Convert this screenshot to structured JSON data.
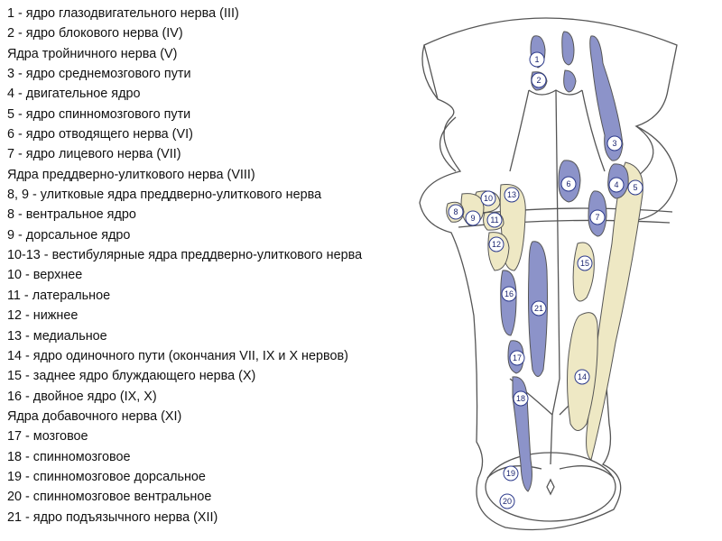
{
  "legend": [
    "1 - ядро глазодвигательного нерва (III)",
    "2 - ядро блокового нерва (IV)",
    "Ядра тройничного нерва (V)",
    "3 - ядро среднемозгового пути",
    "4 - двигательное ядро",
    "5 - ядро спинномозгового пути",
    "6 - ядро отводящего нерва (VI)",
    "7 - ядро лицевого нерва (VII)",
    "Ядра преддверно-улиткового нерва (VIII)",
    "8, 9 - улитковые ядра преддверно-улиткового нерва",
    "8 - вентральное ядро",
    "9 - дорсальное ядро",
    "10-13 - вестибулярные ядра преддверно-улиткового нерва",
    "10 - верхнее",
    "11 - латеральное",
    "12 - нижнее",
    "13 - медиальное",
    "14 - ядро одиночного пути (окончания VII, IX и X нервов)",
    "15 - заднее ядро блуждающего нерва (X)",
    "16 - двойное ядро (IX, X)",
    "Ядра добавочного нерва (XI)",
    "17 - мозговое",
    "18 - спинномозговое",
    "19 - спинномозговое дорсальное",
    "20 - спинномозговое вентральное",
    "21 - ядро подъязычного нерва (XII)"
  ],
  "labels": [
    "1",
    "2",
    "3",
    "4",
    "5",
    "6",
    "7",
    "8",
    "9",
    "10",
    "11",
    "12",
    "13",
    "14",
    "15",
    "16",
    "17",
    "18",
    "19",
    "20",
    "21"
  ],
  "colors": {
    "motor": "#8c93c9",
    "sensory": "#eee8c4",
    "outline": "#555555",
    "label_ring": "#2c3a8c"
  }
}
